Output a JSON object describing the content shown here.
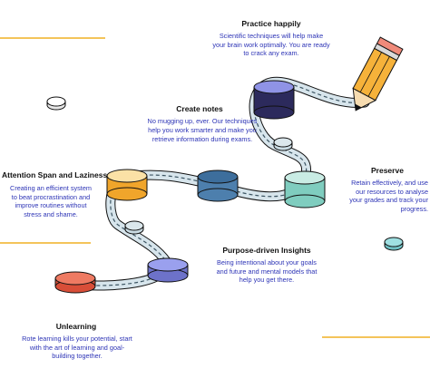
{
  "stages": [
    {
      "key": "practice",
      "title": "Practice happily",
      "desc": [
        "Scientific techniques will help make",
        "your brain work optimally. You are ready",
        "to crack any exam."
      ],
      "color": "#3f3a78"
    },
    {
      "key": "create_notes",
      "title": "Create notes",
      "desc": [
        "No mugging up, ever. Our techniques",
        "help you work smarter and make you",
        "retrieve information during exams."
      ],
      "color": "#4d7fad"
    },
    {
      "key": "attention",
      "title": "Attention Span and Laziness",
      "desc": [
        "Creating an efficient system",
        "to beat procrastination and",
        "improve routines without",
        "stress and shame."
      ],
      "color": "#f0a52b"
    },
    {
      "key": "preserve",
      "title": "Preserve",
      "desc": [
        "Retain effectively, and use",
        "our resources to analyse",
        "your grades and track your",
        "progress."
      ],
      "color": "#7fcdbf"
    },
    {
      "key": "purpose",
      "title": "Purpose-driven Insights",
      "desc": [
        "Being intentional about your goals",
        "and future and mental models that",
        "help you get there."
      ],
      "color": "#8f93e6"
    },
    {
      "key": "unlearning",
      "title": "Unlearning",
      "desc": [
        "Rote learning kills your potential, start",
        "with the art of learning and goal-",
        "building together."
      ],
      "color": "#e86a50"
    }
  ],
  "colors": {
    "path": "#d7e5ec",
    "path_dash": "#3c5563",
    "outline": "#111111",
    "accent_line": "#f4c45a",
    "pencil": "#f6b23a",
    "eraser": "#f08a7a",
    "text_blue": "#2d34b6"
  }
}
